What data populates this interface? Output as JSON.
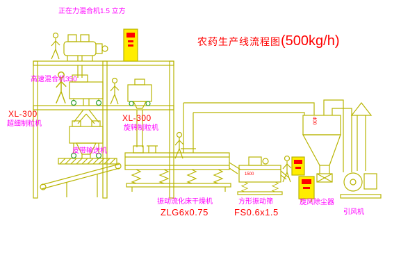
{
  "title": {
    "name": "农药生产线流程图",
    "capacity": "(500kg/h)"
  },
  "labels": {
    "horizontal_mixer": "正在力混合机1.5 立方",
    "high_speed_mixer": "高速混合机350",
    "granulator_left_model": "XL-300",
    "granulator_left_name": "超细制粒机",
    "granulator_right_model": "XL-300",
    "granulator_right_name": "旋转制粒机",
    "belt_conveyor": "皮带输送机",
    "dryer_name": "振动流化床干燥机",
    "dryer_model": "ZLG6x0.75",
    "screen_name": "方形振动筛",
    "screen_model": "FS0.6x1.5",
    "cyclone_name": "旋风除尘器",
    "fan_name": "引风机",
    "cyclone_dim": "400",
    "screen_dim": "1500"
  },
  "colors": {
    "line": "#b8b400",
    "accent_green": "#2ea02e",
    "label_red": "#ff0000",
    "label_magenta": "#ff00ff",
    "cabinet_yellow": "#ffed00",
    "background": "#ffffff"
  }
}
